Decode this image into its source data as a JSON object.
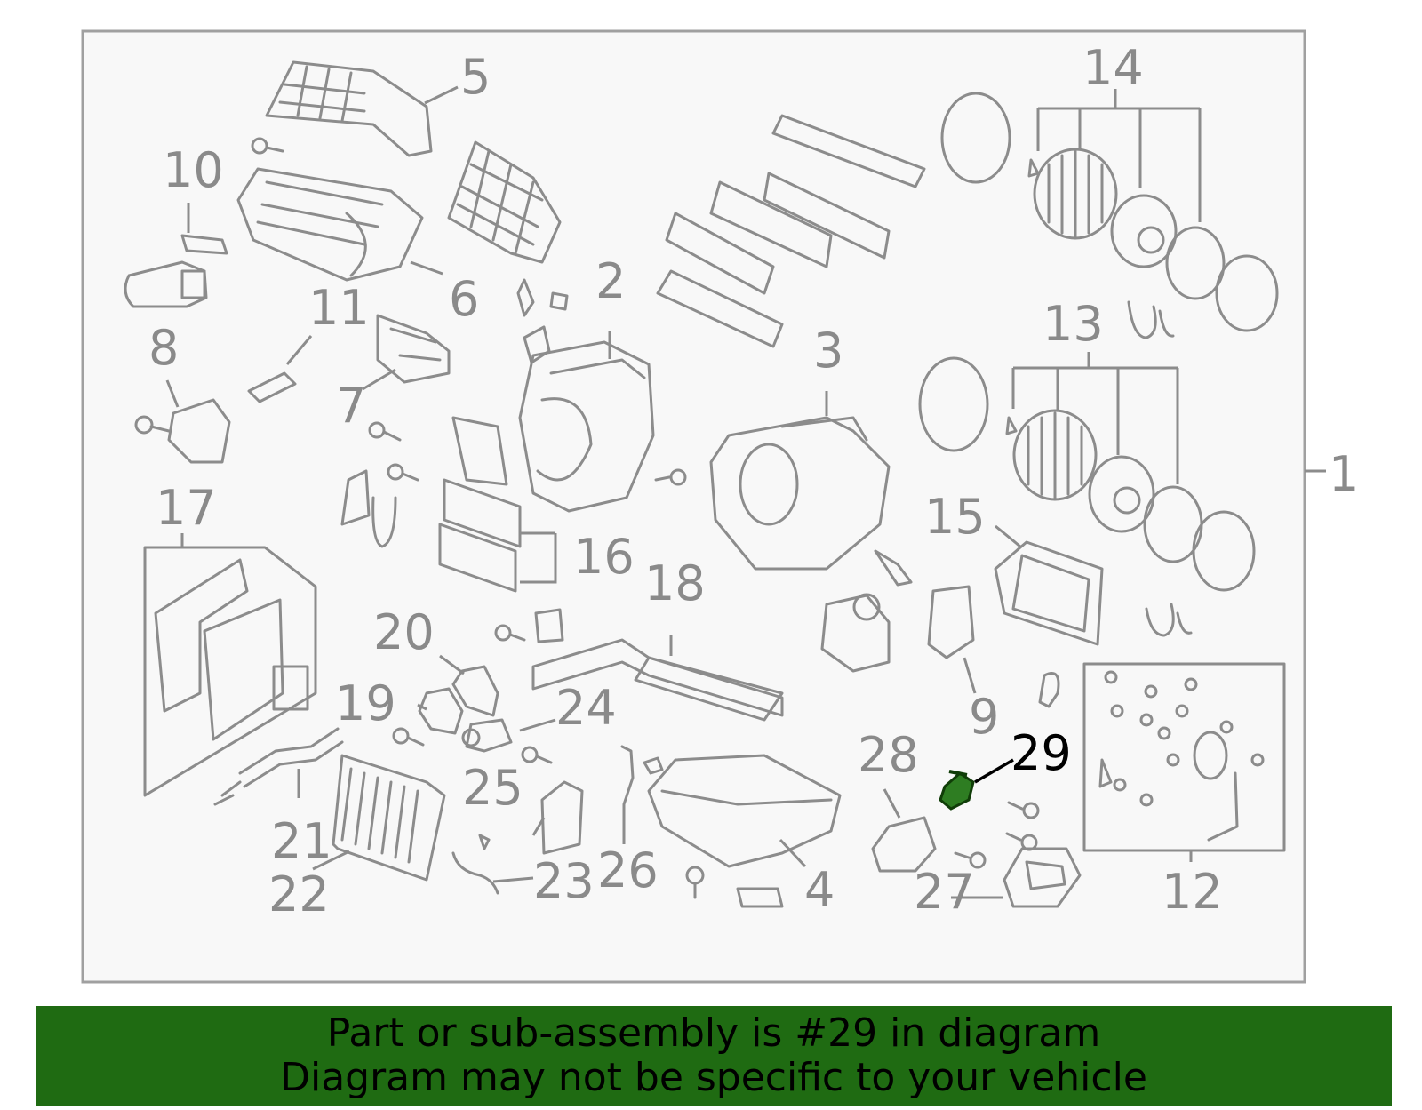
{
  "diagram": {
    "highlight_color": "#2e7d22",
    "frame_color": "#a0a0a0",
    "line_color": "#8c8c8c",
    "background_color": "#f8f8f8",
    "callouts": {
      "c1": "1",
      "c2": "2",
      "c3": "3",
      "c4": "4",
      "c5": "5",
      "c6": "6",
      "c7": "7",
      "c8": "8",
      "c9": "9",
      "c10": "10",
      "c11": "11",
      "c12": "12",
      "c13": "13",
      "c14": "14",
      "c15": "15",
      "c16": "16",
      "c17": "17",
      "c18": "18",
      "c19": "19",
      "c20": "20",
      "c21": "21",
      "c22": "22",
      "c23": "23",
      "c24": "24",
      "c25": "25",
      "c26": "26",
      "c27": "27",
      "c28": "28",
      "c29": "29"
    }
  },
  "banner": {
    "background": "#1f6b12",
    "line1": "Part or sub-assembly is #29 in diagram",
    "line2": "Diagram may not be specific to your vehicle"
  }
}
